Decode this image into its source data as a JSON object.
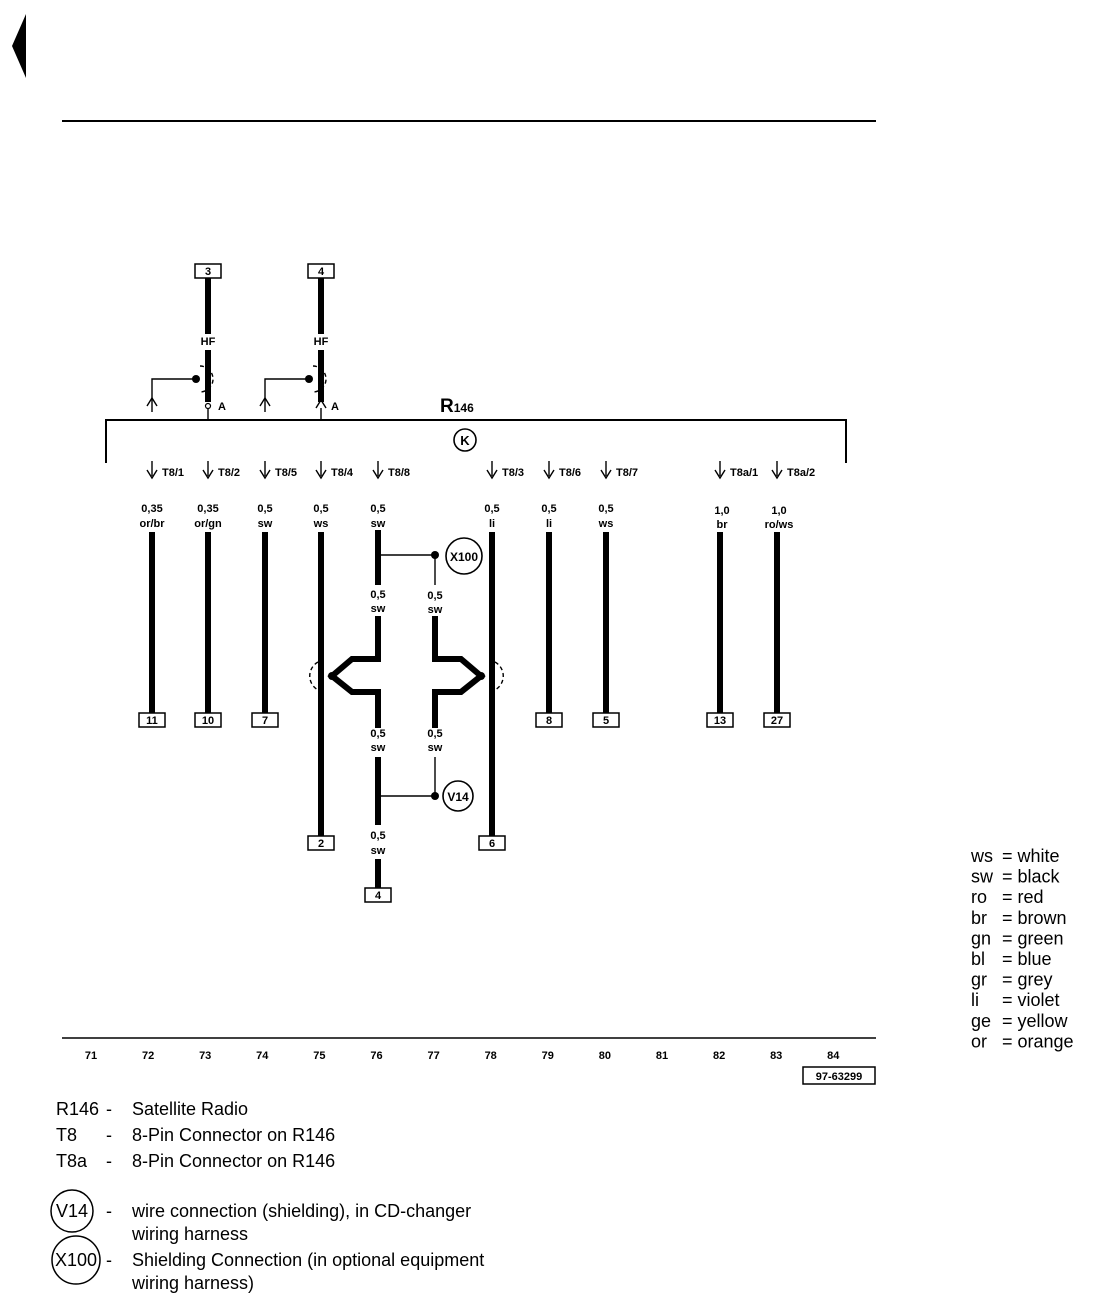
{
  "component": {
    "name": "R",
    "sub": "146",
    "symbol": "K"
  },
  "top_connectors": [
    {
      "id": "3",
      "label": "HF",
      "term": "A"
    },
    {
      "id": "4",
      "label": "HF",
      "term": "A"
    }
  ],
  "pins": [
    {
      "pin": "T8/1",
      "size": "0,35",
      "color": "or/br"
    },
    {
      "pin": "T8/2",
      "size": "0,35",
      "color": "or/gn"
    },
    {
      "pin": "T8/5",
      "size": "0,5",
      "color": "sw"
    },
    {
      "pin": "T8/4",
      "size": "0,5",
      "color": "ws"
    },
    {
      "pin": "T8/8",
      "size": "0,5",
      "color": "sw"
    },
    {
      "pin": "T8/3",
      "size": "0,5",
      "color": "li"
    },
    {
      "pin": "T8/6",
      "size": "0,5",
      "color": "li"
    },
    {
      "pin": "T8/7",
      "size": "0,5",
      "color": "ws"
    },
    {
      "pin": "T8a/1",
      "size": "1,0",
      "color": "br"
    },
    {
      "pin": "T8a/2",
      "size": "1,0",
      "color": "ro/ws"
    }
  ],
  "shield_branch": [
    {
      "size": "0,5",
      "color": "sw"
    },
    {
      "size": "0,5",
      "color": "sw"
    },
    {
      "size": "0,5",
      "color": "sw"
    },
    {
      "size": "0,5",
      "color": "sw"
    },
    {
      "size": "0,5",
      "color": "sw"
    }
  ],
  "splices": [
    "X100",
    "V14"
  ],
  "bottom_connectors": [
    "11",
    "10",
    "7",
    "2",
    "4",
    "6",
    "8",
    "5",
    "13",
    "27"
  ],
  "column_numbers": [
    "71",
    "72",
    "73",
    "74",
    "75",
    "76",
    "77",
    "78",
    "79",
    "80",
    "81",
    "82",
    "83",
    "84"
  ],
  "drawing_number": "97-63299",
  "color_legend": [
    {
      "code": "ws",
      "name": "= white"
    },
    {
      "code": "sw",
      "name": "= black"
    },
    {
      "code": "ro",
      "name": "= red"
    },
    {
      "code": "br",
      "name": "= brown"
    },
    {
      "code": "gn",
      "name": "= green"
    },
    {
      "code": "bl",
      "name": "= blue"
    },
    {
      "code": "gr",
      "name": "= grey"
    },
    {
      "code": "li",
      "name": "= violet"
    },
    {
      "code": "ge",
      "name": "= yellow"
    },
    {
      "code": "or",
      "name": "= orange"
    }
  ],
  "descriptions": [
    {
      "code": "R146",
      "sep": "-",
      "text": "Satellite Radio"
    },
    {
      "code": "T8",
      "sep": "-",
      "text": "8-Pin Connector on R146"
    },
    {
      "code": "T8a",
      "sep": "-",
      "text": "8-Pin Connector on R146"
    }
  ],
  "splice_descriptions": [
    {
      "code": "V14",
      "sep": "-",
      "line1": "wire connection (shielding), in CD-changer",
      "line2": "wiring harness"
    },
    {
      "code": "X100",
      "sep": "-",
      "line1": "Shielding Connection (in optional equipment",
      "line2": "wiring harness)"
    }
  ]
}
